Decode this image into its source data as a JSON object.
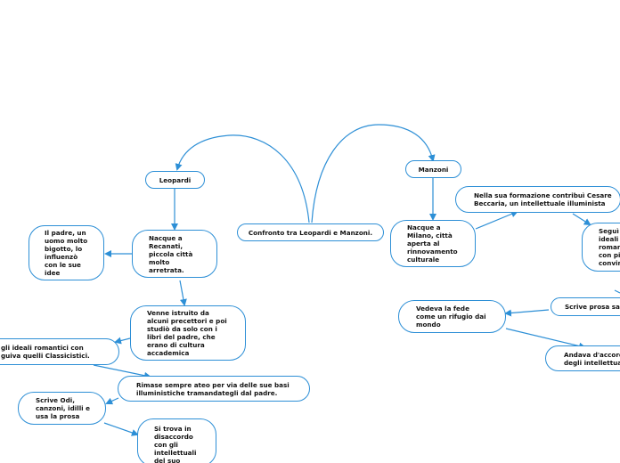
{
  "colors": {
    "line": "#2d8fd6",
    "border": "#2d8fd6",
    "background": "#ffffff",
    "text": "#111111"
  },
  "central": {
    "label": "Confronto tra Leopardi e Manzoni."
  },
  "leopardi": {
    "label": "Leopardi",
    "recanati": "Nacque a\nRecanati,\npiccola città\nmolto\narretrata.",
    "padre": "Il padre, un\nuomo molto\nbigotto, lo\ninfluenzò\ncon le sue\nidee",
    "istruito": "Venne istruito da\nalcuni precettori e poi\nstudiò da solo con i\nlibri del padre, che\nerano di cultura\naccademica",
    "ideali": "gli ideali romantici con\nguiva quelli Classicistici.",
    "ateo": "Rimase sempre ateo per via delle sue basi\nilluministiche tramandategli dal padre.",
    "odi": "Scrive Odi,\ncanzoni, idilli e\nusa la prosa",
    "disaccordo": "Si trova in\ndisaccordo\ncon gli\nintellettuali\ndel suo"
  },
  "manzoni": {
    "label": "Manzoni",
    "milano": "Nacque a\nMilano, città\naperta al\nrinnovamento\nculturale",
    "beccaria": "Nella sua formazione contribuì Cesare\nBeccaria, un intellettuale illuminista",
    "segui": "Seguì\nideali\nromar\ncon pi\nconvir",
    "saggi": "Scrive prosa sag",
    "fede": "Vedeva la fede\ncome un rifugio dai\nmondo",
    "accordo": "Andava d'accord\ndegli intellettuali"
  }
}
